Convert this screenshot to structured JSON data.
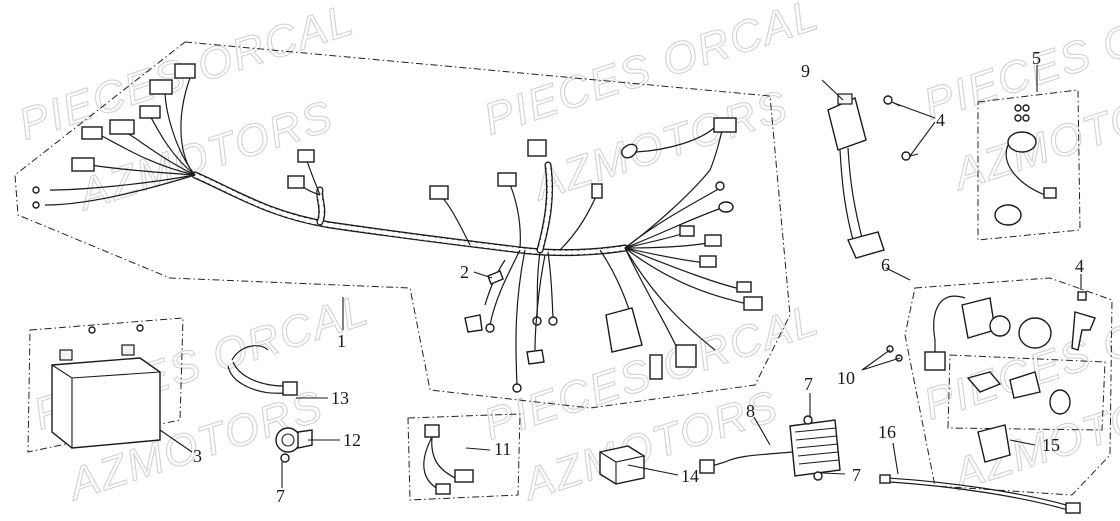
{
  "diagram": {
    "watermark": {
      "line1": "PIECES ORCAL",
      "line2": "AZMOTORS"
    },
    "callouts": {
      "c1": "1",
      "c2": "2",
      "c3": "3",
      "c4a": "4",
      "c4b": "4",
      "c5": "5",
      "c6": "6",
      "c7a": "7",
      "c7b": "7",
      "c7c": "7",
      "c8": "8",
      "c9": "9",
      "c10": "10",
      "c11": "11",
      "c12": "12",
      "c13": "13",
      "c14": "14",
      "c15": "15",
      "c16": "16"
    }
  }
}
